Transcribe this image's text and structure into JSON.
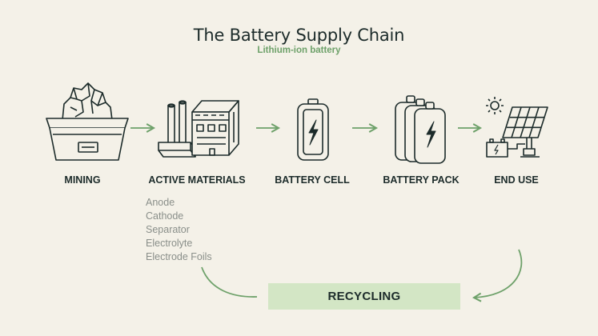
{
  "header": {
    "title": "The Battery Supply Chain",
    "subtitle": "Lithium-ion battery"
  },
  "stages": [
    {
      "label": "MINING",
      "icon": "mining-cart-icon"
    },
    {
      "label": "ACTIVE MATERIALS",
      "icon": "factory-icon"
    },
    {
      "label": "BATTERY CELL",
      "icon": "battery-cell-icon"
    },
    {
      "label": "BATTERY PACK",
      "icon": "battery-pack-icon"
    },
    {
      "label": "END USE",
      "icon": "solar-panel-icon"
    }
  ],
  "active_materials": [
    "Anode",
    "Cathode",
    "Separator",
    "Electrolyte",
    "Electrode Foils"
  ],
  "recycling": {
    "label": "RECYCLING"
  },
  "colors": {
    "background": "#f4f1e8",
    "ink": "#1c2b2a",
    "accent_green": "#6ea16a",
    "recycling_fill": "#d3e6c5",
    "muted_text": "#8a8f8a"
  }
}
